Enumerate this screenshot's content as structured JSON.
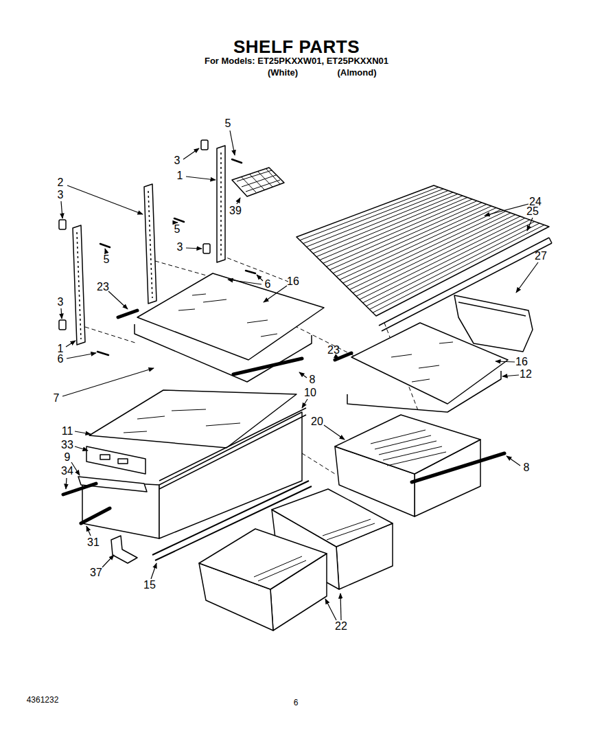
{
  "diagram": {
    "title": "SHELF PARTS",
    "labels": [
      "For Models: ET25PKXXW01, ET25PKXXN01",
      "(White)",
      "(Almond)",
      "5",
      "3",
      "1",
      "2",
      "3",
      "5",
      "5",
      "39",
      "3",
      "6",
      "24",
      "25",
      "27",
      "23",
      "16",
      "3",
      "1",
      "6",
      "7",
      "8",
      "10",
      "23",
      "16",
      "12",
      "20",
      "11",
      "33",
      "9",
      "34",
      "8",
      "31",
      "37",
      "15",
      "22",
      "4361232",
      "6"
    ]
  }
}
